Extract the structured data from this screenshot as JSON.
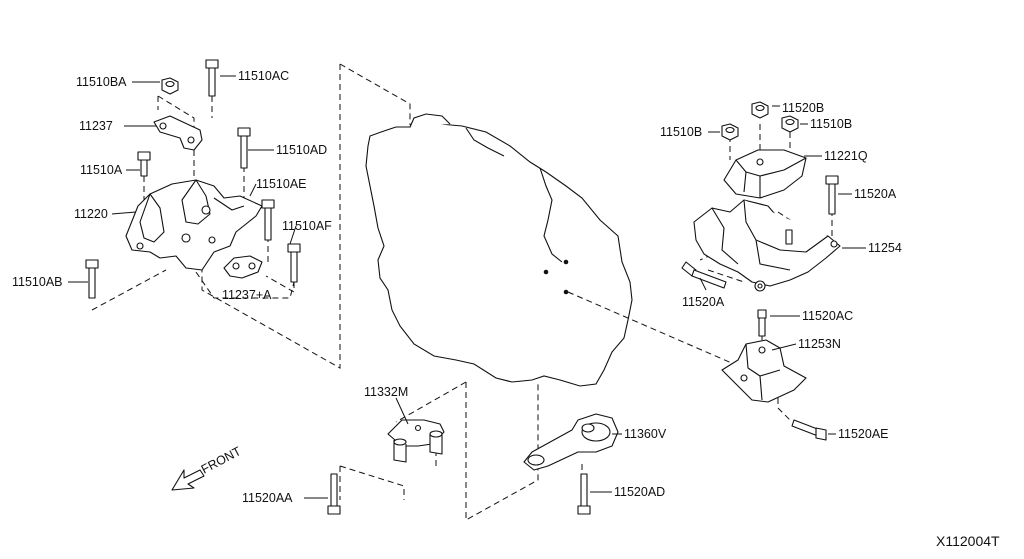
{
  "diagram": {
    "drawing_code": "X112004T",
    "direction_label": "FRONT",
    "labels": {
      "p11510BA": "11510BA",
      "p11510AC": "11510AC",
      "p11237": "11237",
      "p11510AD": "11510AD",
      "p11510A": "11510A",
      "p11510AE": "11510AE",
      "p11220": "11220",
      "p11510AF": "11510AF",
      "p11510AB": "11510AB",
      "p11237A": "11237+A",
      "p11520B": "11520B",
      "p11510B_1": "11510B",
      "p11510B_2": "11510B",
      "p11221Q": "11221Q",
      "p11520A_1": "11520A",
      "p11254": "11254",
      "p11520A_2": "11520A",
      "p11520AC": "11520AC",
      "p11253N": "11253N",
      "p11520AE": "11520AE",
      "p11332M": "11332M",
      "p11360V": "11360V",
      "p11520AA": "11520AA",
      "p11520AD": "11520AD"
    }
  }
}
